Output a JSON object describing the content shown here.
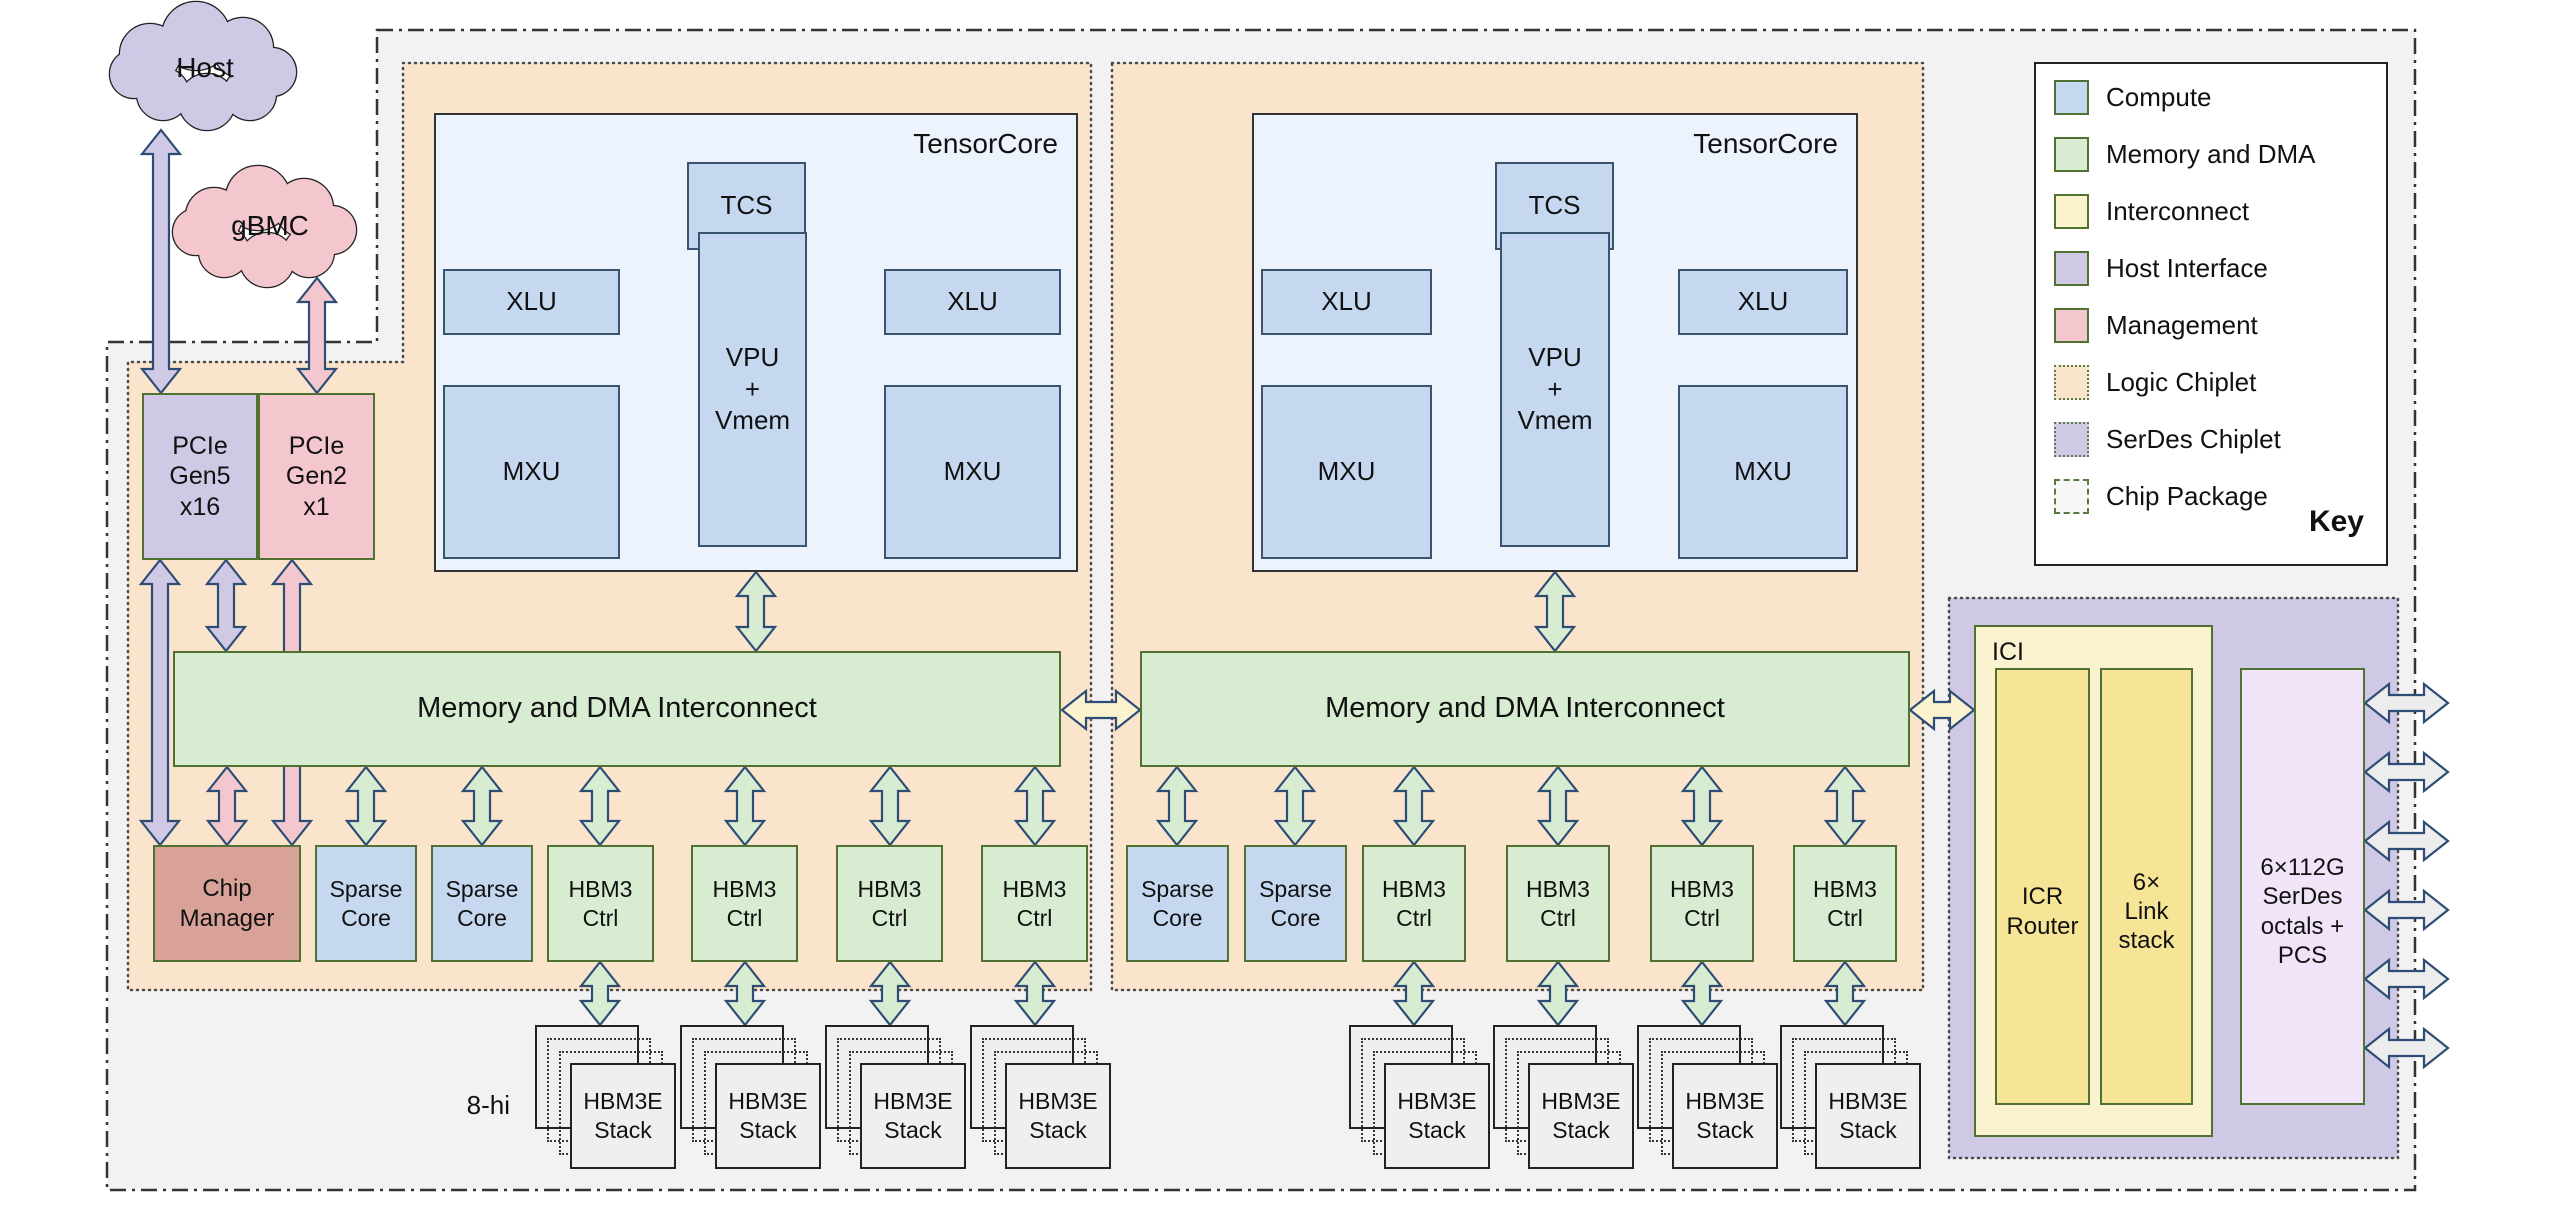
{
  "colors": {
    "compute": "#c6d8f0",
    "tensorcore_bg": "#ecf3fc",
    "memory": "#d7ecd0",
    "interconnect": "#fcf3cd",
    "host": "#cfc9e6",
    "management": "#f4c7ce",
    "chip_manager": "#d9a299",
    "logic_chiplet": "#fae4cb",
    "serdes_chiplet": "#cfc9e5",
    "serdes_box": "#f1e4f9",
    "package": "#f2f2f2",
    "stack_fill": "#efefef",
    "ici_outer": "#fbf3d0",
    "ici_inner": "#f6e596",
    "cream_arrow": "#fbf3cf",
    "gray_arrow": "#ededee",
    "arrow_outline": "#2d4d76",
    "border_green": "#4f7233"
  },
  "clouds": {
    "host": "Host",
    "gbmc": "gBMC"
  },
  "pcie": {
    "gen5": "PCIe\nGen5\nx16",
    "gen2": "PCIe\nGen2\nx1"
  },
  "tensorcore": {
    "title": "TensorCore",
    "tcs": "TCS",
    "xlu": "XLU",
    "mxu": "MXU",
    "vpu": "VPU\n+\nVmem"
  },
  "interconnect": {
    "label": "Memory and DMA Interconnect"
  },
  "row": {
    "chip_manager": "Chip\nManager",
    "sparse_core": "Sparse\nCore",
    "hbm3_ctrl": "HBM3\nCtrl"
  },
  "hbm": {
    "stack": "HBM3E\nStack",
    "height": "8-hi"
  },
  "ici": {
    "title": "ICI",
    "icr": "ICR\nRouter",
    "link": "6×\nLink\nstack",
    "serdes": "6×112G\nSerDes\noctals +\nPCS"
  },
  "legend": {
    "title": "Key",
    "items": [
      {
        "label": "Compute"
      },
      {
        "label": "Memory and DMA"
      },
      {
        "label": "Interconnect"
      },
      {
        "label": "Host Interface"
      },
      {
        "label": "Management"
      },
      {
        "label": "Logic Chiplet"
      },
      {
        "label": "SerDes Chiplet"
      },
      {
        "label": "Chip Package"
      }
    ]
  }
}
